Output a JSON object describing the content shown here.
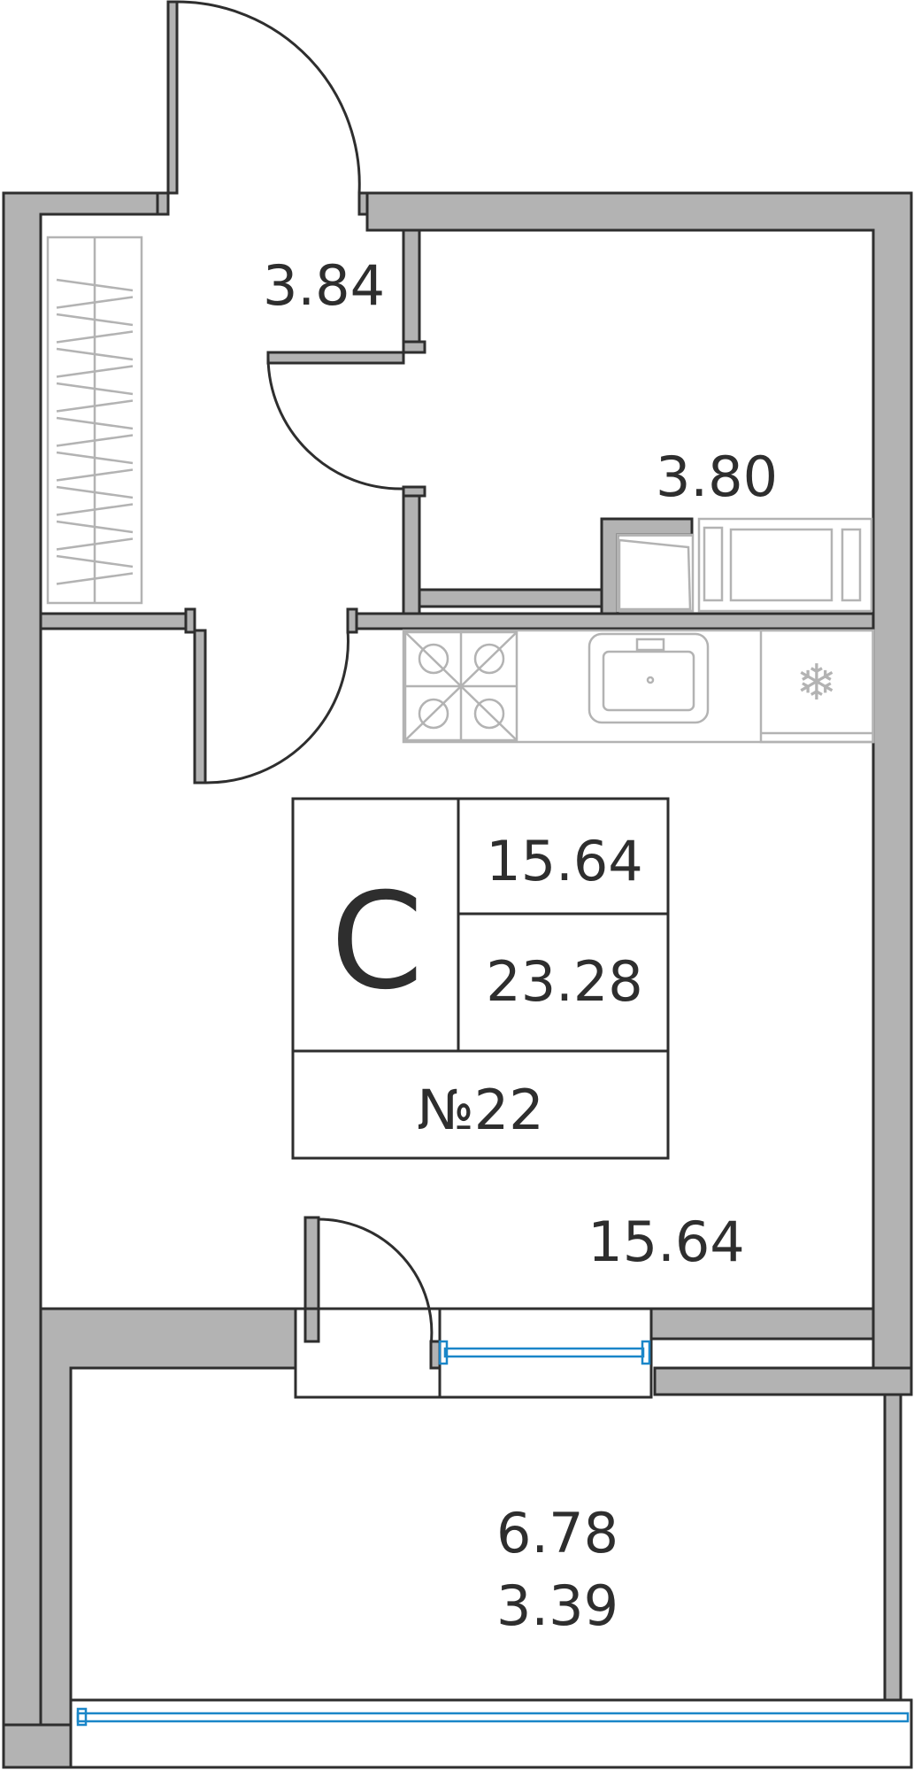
{
  "plan": {
    "areas": {
      "hall": "3.84",
      "bathroom": "3.80",
      "living": "15.64",
      "balcony_total": "6.78",
      "balcony_reduced": "3.39"
    },
    "legend": {
      "type": "С",
      "living_area": "15.64",
      "total_area": "23.28",
      "number": "№22"
    },
    "colors": {
      "wall": "#b3b3b3",
      "outline": "#2e2e2e",
      "furniture": "#b3b3b3",
      "window": "#1a86c8"
    },
    "icons": [
      "snowflake-icon"
    ]
  }
}
